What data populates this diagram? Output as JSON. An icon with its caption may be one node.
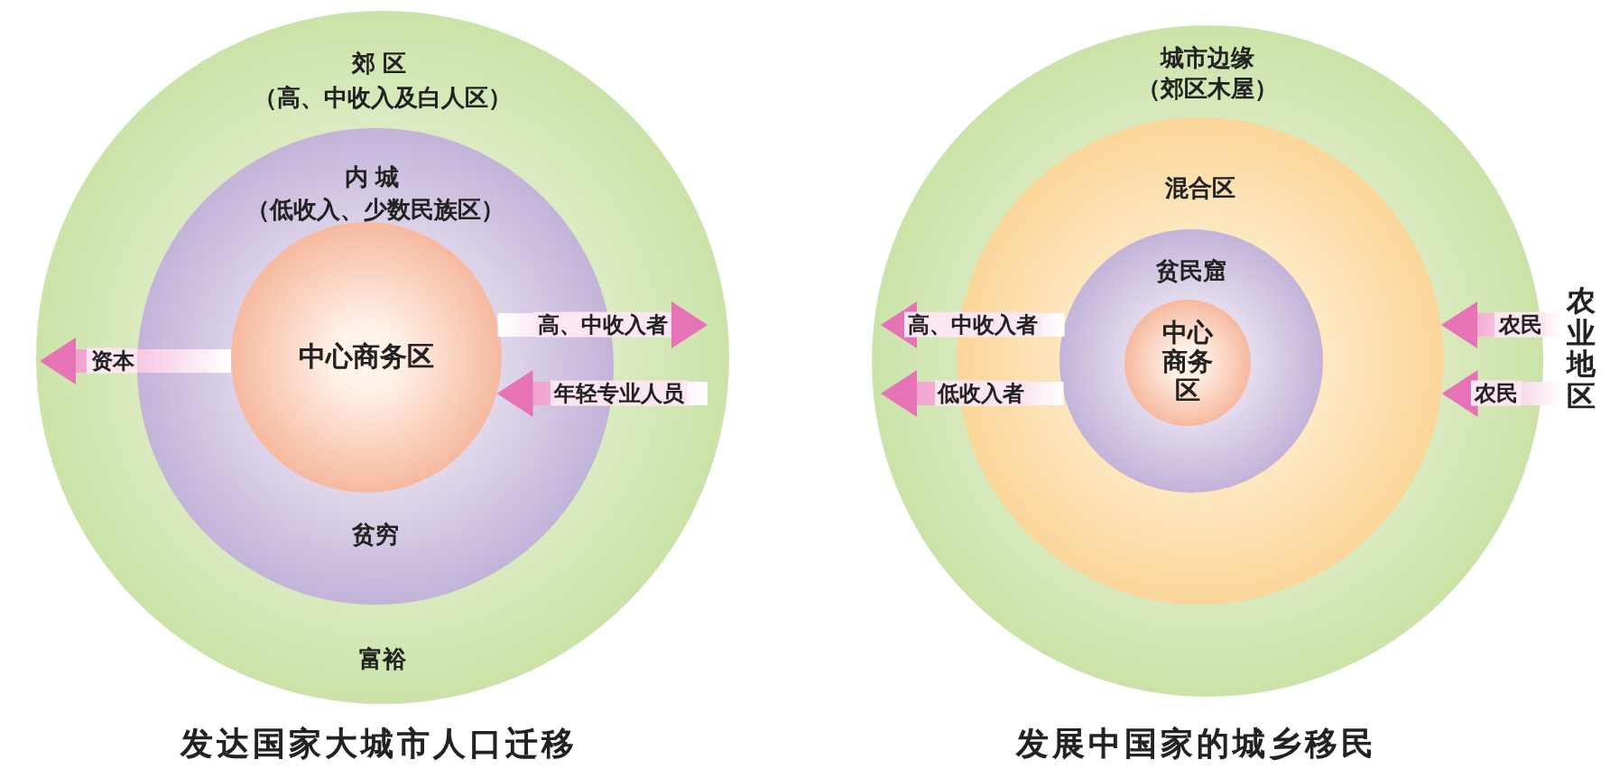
{
  "diagram": {
    "nodes": [
      {
        "text": [
          "郊区",
          "（高、中收入及白人区）",
          "富裕"
        ]
      },
      {
        "text": [
          "内城",
          "（低收入、少数民族区）",
          "贫穷"
        ],
        "in": 0
      },
      {
        "text": [
          "中心商务区"
        ],
        "in": 1
      },
      {
        "text": [
          "城市边缘",
          "（郊区木屋）"
        ]
      },
      {
        "text": [
          "混合区"
        ],
        "in": 3
      },
      {
        "text": [
          "贫民窟"
        ],
        "in": 4
      },
      {
        "text": [
          "中心商务区"
        ],
        "in": 5
      },
      {
        "text": [
          "农业地区"
        ]
      }
    ],
    "edges": [
      {
        "from": 2,
        "to": null,
        "arrow": "to",
        "label": "资本"
      },
      {
        "from": 2,
        "to": null,
        "arrow": "to",
        "label": "高、中收入者"
      },
      {
        "from": null,
        "to": 2,
        "arrow": "to",
        "label": "年轻专业人员"
      },
      {
        "from": 5,
        "to": null,
        "arrow": "to",
        "label": "高、中收入者"
      },
      {
        "from": 5,
        "to": null,
        "arrow": "to",
        "label": "低收入者"
      },
      {
        "from": 7,
        "to": 4,
        "arrow": "to",
        "label": "农民"
      },
      {
        "from": 7,
        "to": 4,
        "arrow": "to",
        "label": "农民"
      }
    ],
    "labels": [
      "发达国家大城市人口迁移",
      "发展中国家的城乡移民"
    ]
  }
}
